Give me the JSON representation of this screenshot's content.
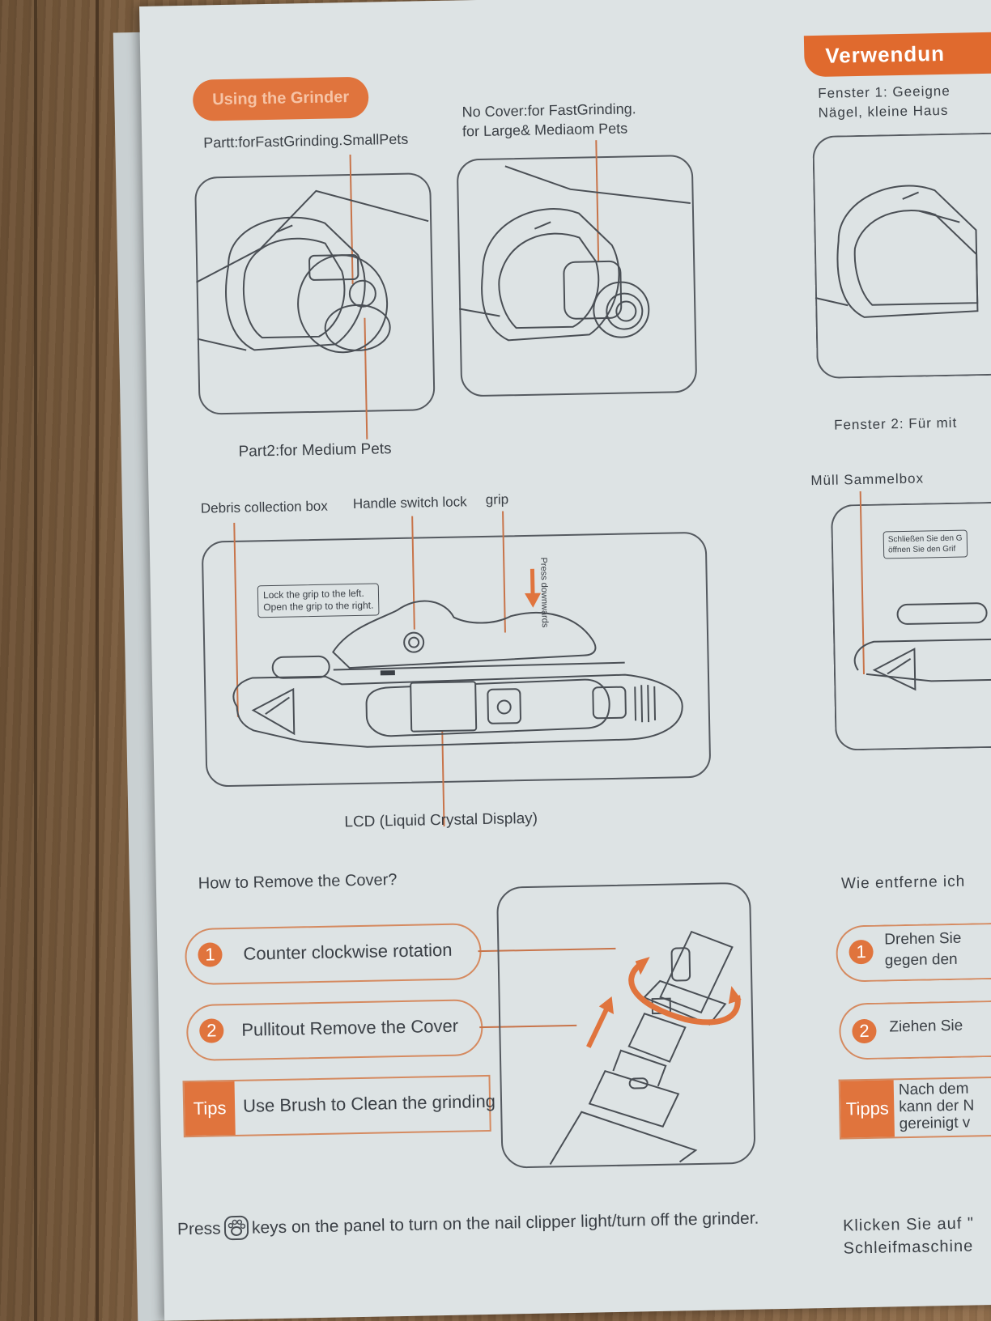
{
  "english": {
    "title": "Using the Grinder",
    "part1_label": "Partt:forFastGrinding.SmallPets",
    "nocover_label_1": "No Cover:for FastGrinding.",
    "nocover_label_2": "for Large& Mediaom Pets",
    "part2_label": "Part2:for Medium Pets",
    "debris_label": "Debris collection box",
    "switch_label": "Handle switch lock",
    "grip_label": "grip",
    "lock_note_1": "Lock the grip to the left.",
    "lock_note_2": "Open the grip to the right.",
    "press_downwards": "Press downwards",
    "lcd_label": "LCD (Liquid Crystal Display)",
    "remove_heading": "How to Remove the Cover?",
    "steps": [
      {
        "num": "1",
        "label": "Counter clockwise rotation"
      },
      {
        "num": "2",
        "label": "Pullitout Remove the Cover"
      }
    ],
    "tips_tag": "Tips",
    "tips_text": "Use Brush to Clean the grinding",
    "footer_press": "Press",
    "footer_rest": "keys on the panel to turn on the nail clipper light/turn off the grinder."
  },
  "german": {
    "title": "Verwendun",
    "window1_line1": "Fenster 1: Geeigne",
    "window1_line2": "Nägel, kleine Haus",
    "window2": "Fenster 2: Für mit",
    "debris": "Müll Sammelbox",
    "lock_note_1": "Schließen Sie den G",
    "lock_note_2": "öffnen Sie den Grif",
    "remove_heading": "Wie entferne ich",
    "steps": [
      {
        "num": "1",
        "label_1": "Drehen Sie",
        "label_2": "gegen den"
      },
      {
        "num": "2",
        "label_1": "Ziehen Sie"
      }
    ],
    "tips_tag": "Tipps",
    "tips_1": "Nach dem",
    "tips_2": "kann der N",
    "tips_3": "gereinigt v",
    "footer_1": "Klicken Sie auf \"",
    "footer_2": "Schleifmaschine"
  },
  "colors": {
    "accent": "#e0743d",
    "paper": "#dde3e4",
    "line": "#555a60",
    "callout": "#c8744a"
  }
}
